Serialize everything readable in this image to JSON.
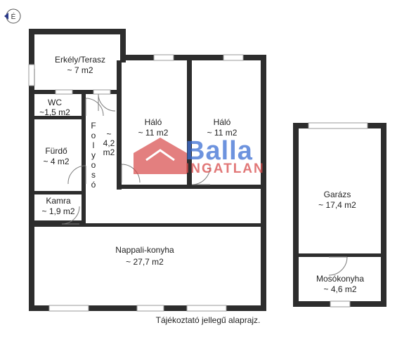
{
  "rooms": {
    "erkely": {
      "name": "Erkély/Terasz",
      "area": "~ 7 m2"
    },
    "wc": {
      "name": "WC",
      "area": "~1,5 m2"
    },
    "furdo": {
      "name": "Fürdő",
      "area": "~ 4 m2"
    },
    "kamra": {
      "name": "Kamra",
      "area": "~ 1,9 m2"
    },
    "folyoso": {
      "letters": [
        "F",
        "o",
        "l",
        "y",
        "o",
        "s",
        "ó"
      ],
      "area_line1": "~",
      "area_line2": "4,2",
      "area_line3": "m2"
    },
    "halo1": {
      "name": "Háló",
      "area": "~ 11 m2"
    },
    "halo2": {
      "name": "Háló",
      "area": "~ 11 m2"
    },
    "nappali": {
      "name": "Nappali-konyha",
      "area": "~  27,7 m2"
    },
    "garazs": {
      "name": "Garázs",
      "area": "~ 17,4 m2"
    },
    "mosokonyha": {
      "name": "Mosókonyha",
      "area": "~ 4,6 m2"
    }
  },
  "watermark": {
    "line1": "Balla",
    "line2": "INGATLAN"
  },
  "compass": {
    "letter": "É",
    "icon": "north-arrow-icon"
  },
  "caption": "Tájékoztató jellegű alaprajz.",
  "colors": {
    "wall": "#2d2d2d",
    "window": "#cfcfcf",
    "logo_house": "#d84a4a",
    "logo_blue": "#3d6fd4"
  }
}
